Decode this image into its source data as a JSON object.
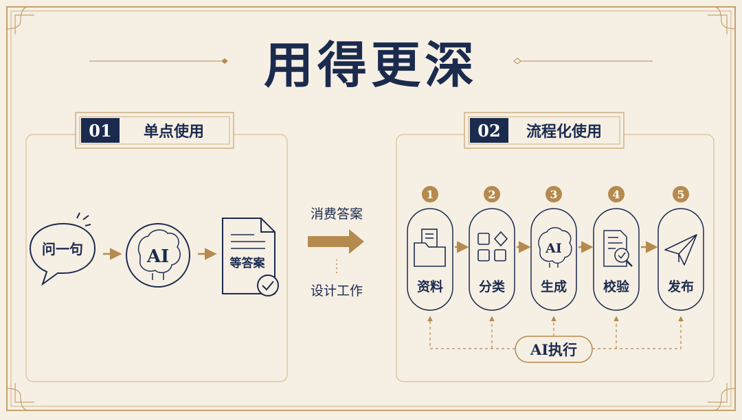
{
  "title": "用得更深",
  "left": {
    "number": "01",
    "heading": "单点使用",
    "bubble": "问一句",
    "ai_label": "AI",
    "document": "等答案"
  },
  "middle": {
    "top_label": "消费答案",
    "bottom_label": "设计工作"
  },
  "right": {
    "number": "02",
    "heading": "流程化使用",
    "steps": [
      {
        "num": "1",
        "label": "资料",
        "icon": "folder-documents-icon"
      },
      {
        "num": "2",
        "label": "分类",
        "icon": "category-grid-icon"
      },
      {
        "num": "3",
        "label": "生成",
        "icon": "ai-brain-icon",
        "icon_text": "AI"
      },
      {
        "num": "4",
        "label": "校验",
        "icon": "document-magnifier-check-icon"
      },
      {
        "num": "5",
        "label": "发布",
        "icon": "paper-plane-icon"
      }
    ],
    "executor": "AI执行"
  },
  "colors": {
    "navy": "#1b2b4e",
    "gold": "#b58a4e",
    "background": "#f6efe4",
    "panel_border": "#d8bf94"
  }
}
